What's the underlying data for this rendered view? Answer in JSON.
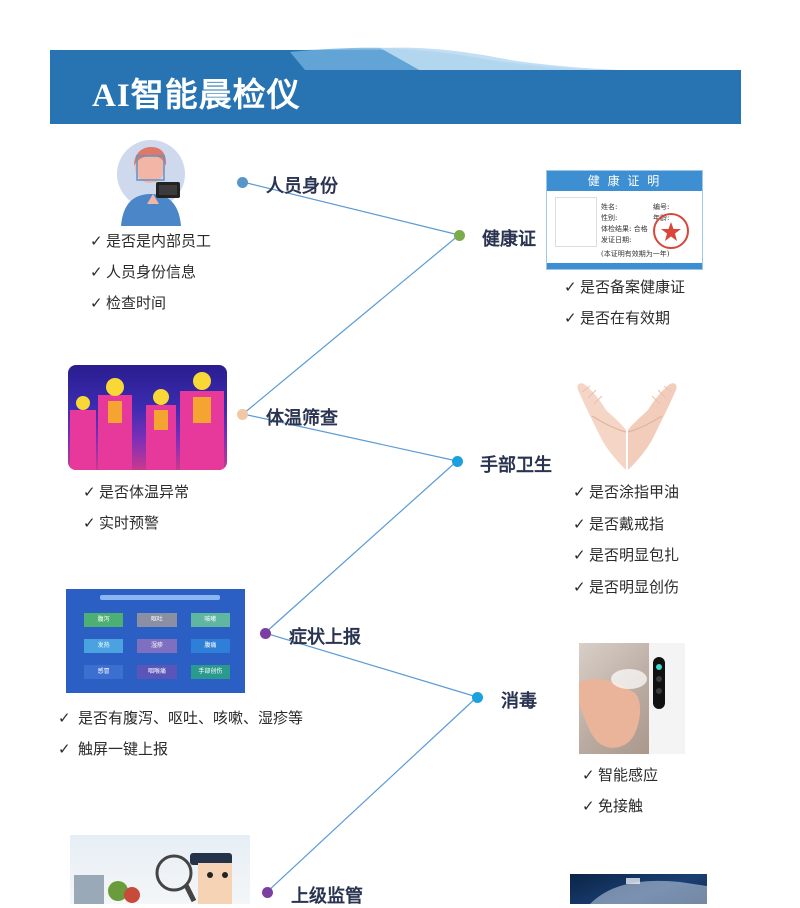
{
  "title": "AI智能晨检仪",
  "colors": {
    "banner": "#2874b3",
    "connector": "#5b9bd5",
    "dot_identity": "#5a95c9",
    "dot_health_cert": "#7bab4a",
    "dot_temperature": "#f0c8a4",
    "dot_hand": "#1da1de",
    "dot_symptom": "#7a3fa0",
    "dot_disinfect": "#1da1de",
    "dot_supervision": "#7a3fa0"
  },
  "check_mark": "✓",
  "nodes": {
    "identity": {
      "label": "人员身份",
      "icon": "face-recognition-icon",
      "checks": [
        "是否是内部员工",
        "人员身份信息",
        "检查时间"
      ]
    },
    "health_cert": {
      "label": "健康证",
      "card": {
        "header": "健 康 证 明",
        "fields": [
          "姓名:",
          "性别:",
          "体检结果: 合格",
          "发证日期:"
        ],
        "right_fields": [
          "编号:",
          "年龄:"
        ],
        "footnote": "(本证明有效期为一年)"
      },
      "checks": [
        "是否备案健康证",
        "是否在有效期"
      ]
    },
    "temperature": {
      "label": "体温筛查",
      "icon": "thermal-camera-image",
      "checks": [
        "是否体温异常",
        "实时预警"
      ]
    },
    "hand": {
      "label": "手部卫生",
      "icon": "open-hands-image",
      "checks": [
        "是否涂指甲油",
        "是否戴戒指",
        "是否明显包扎",
        "是否明显创伤"
      ]
    },
    "symptom": {
      "label": "症状上报",
      "screen": {
        "buttons": [
          "腹泻",
          "呕吐",
          "咳嗽",
          "发热",
          "湿疹",
          "腹痛",
          "感冒",
          "咽喉痛",
          "手部创伤"
        ]
      },
      "checks": [
        "是否有腹泻、呕吐、咳嗽、湿疹等",
        "触屏一键上报"
      ]
    },
    "disinfect": {
      "label": "消毒",
      "icon": "hand-sanitizer-image",
      "checks": [
        "智能感应",
        "免接触"
      ]
    },
    "supervision": {
      "label": "上级监管",
      "icon": "inspector-cartoon-image"
    }
  }
}
